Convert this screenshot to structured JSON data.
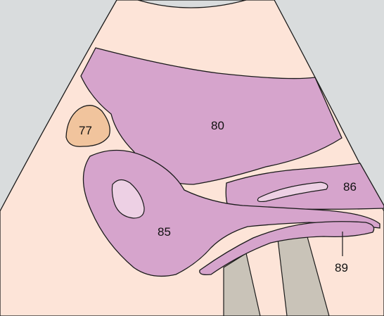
{
  "colors": {
    "background": "#d9dcdd",
    "field": "#fde4d8",
    "structure_fill": "#d6a4cc",
    "light_fill": "#edd0e4",
    "orange_fill": "#f1c49d",
    "shadow_fill": "#c9c3b8",
    "outline": "#1a1a1a"
  },
  "labels": {
    "l77": "77",
    "l80": "80",
    "l85": "85",
    "l86": "86",
    "l89": "89"
  }
}
